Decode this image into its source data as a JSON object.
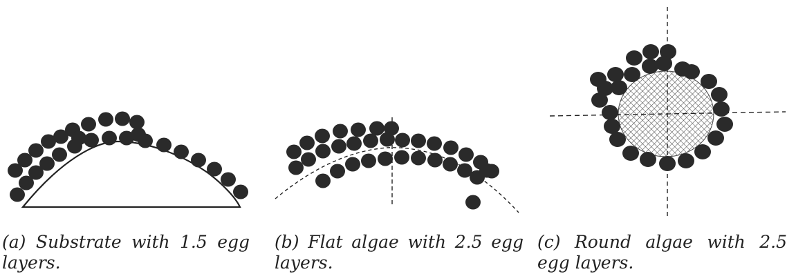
{
  "colors": {
    "egg": "#2a2a2a",
    "line": "#222222",
    "hatch": "#555555",
    "background": "#ffffff"
  },
  "panels": [
    {
      "id": "a",
      "label": "(a)",
      "text": "Substrate with 1.5 egg layers."
    },
    {
      "id": "b",
      "label": "(b)",
      "text": "Flat algae with 2.5 egg layers."
    },
    {
      "id": "c",
      "label": "(c)",
      "text": "Round algae with 2.5 egg layers."
    }
  ]
}
